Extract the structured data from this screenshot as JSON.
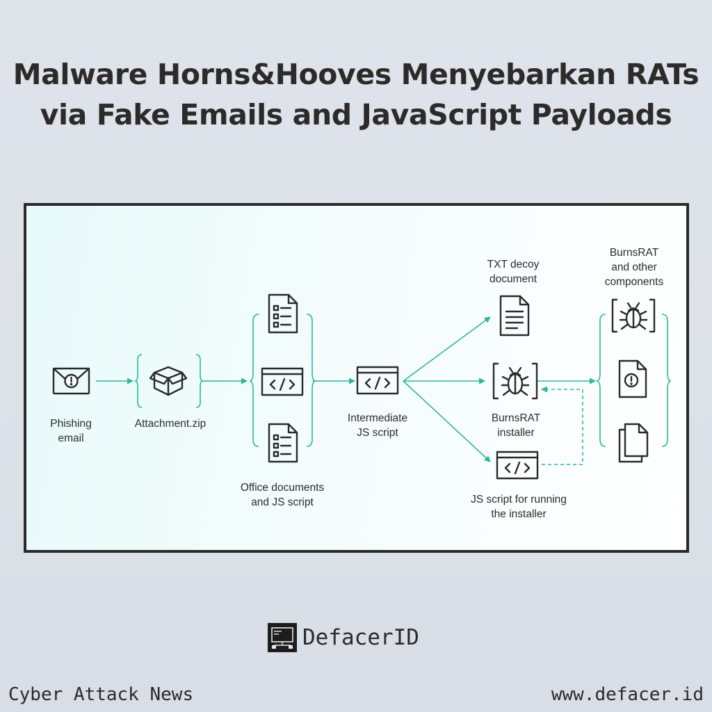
{
  "header": {
    "title_line1": "Malware Horns&Hooves Menyebarkan RATs",
    "title_line2": "via Fake Emails and JavaScript Payloads"
  },
  "diagram": {
    "accent_color": "#2bb89a",
    "icon_color": "#2a2a2a",
    "nodes": {
      "phishing_email": {
        "icon": "envelope-warning-icon",
        "label_line1": "Phishing",
        "label_line2": "email"
      },
      "attachment": {
        "icon": "package-icon",
        "label_line1": "Attachment.zip"
      },
      "office_group": {
        "icons": [
          "document-icon",
          "code-window-icon",
          "document-icon"
        ],
        "label_line1": "Office documents",
        "label_line2": "and JS script"
      },
      "intermediate": {
        "icon": "code-window-icon",
        "label_line1": "Intermediate",
        "label_line2": "JS script"
      },
      "txt_decoy": {
        "icon": "text-document-icon",
        "label_line1": "TXT decoy",
        "label_line2": "document"
      },
      "installer": {
        "icon": "bug-icon",
        "label_line1": "BurnsRAT",
        "label_line2": "installer"
      },
      "runner": {
        "icon": "code-window-icon",
        "label_line1": "JS script for running",
        "label_line2": "the installer"
      },
      "components": {
        "icons": [
          "bug-icon",
          "warning-document-icon",
          "files-icon"
        ],
        "label_line1": "BurnsRAT",
        "label_line2": "and other",
        "label_line3": "components"
      }
    }
  },
  "brand": {
    "name": "DefacerID",
    "logo_icon": "terminal-network-icon"
  },
  "footer": {
    "left": "Cyber Attack News",
    "right": "www.defacer.id"
  }
}
